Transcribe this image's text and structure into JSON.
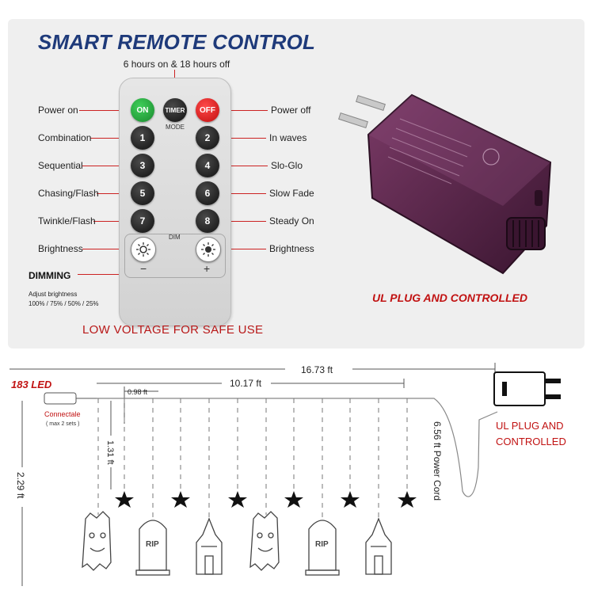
{
  "title": "SMART REMOTE CONTROL",
  "subtitle": "6 hours on & 18 hours off",
  "remote": {
    "on": "ON",
    "timer": "TIMER",
    "off": "OFF",
    "mode": "MODE",
    "dim": "DIM",
    "minus": "−",
    "plus": "+",
    "numbers": [
      "1",
      "2",
      "3",
      "4",
      "5",
      "6",
      "7",
      "8"
    ]
  },
  "left_labels": [
    "Power on",
    "Combination",
    "Sequential",
    "Chasing/Flash",
    "Twinkle/Flash",
    "Brightness"
  ],
  "right_labels": [
    "Power off",
    "In waves",
    "Slo-Glo",
    "Slow Fade",
    "Steady On",
    "Brightness"
  ],
  "dimming": "DIMMING",
  "adjust_brightness": "Adjust brightness",
  "brightness_levels": "100%  /  75%  /  50%  /  25%",
  "low_voltage": "LOW VOLTAGE FOR SAFE USE",
  "ul_plug_top": "UL PLUG AND CONTROLLED",
  "diagram": {
    "led_count": "183 LED",
    "total_length": "16.73  ft",
    "curtain_width": "10.17 ft",
    "spacing": "0.98 ft",
    "connectable": "Connectale",
    "connectable_note": "( max 2 sets )",
    "short_drop": "1.31 ft",
    "long_drop": "2.29 ft",
    "power_cord": "6.56 ft Power Cord",
    "ul_line1": "UL PLUG AND",
    "ul_line2": "CONTROLLED",
    "tombstone_text": "RIP"
  },
  "colors": {
    "title_blue": "#1e3a7a",
    "accent_red": "#c11212",
    "adapter_purple": "#4a1f3a"
  }
}
